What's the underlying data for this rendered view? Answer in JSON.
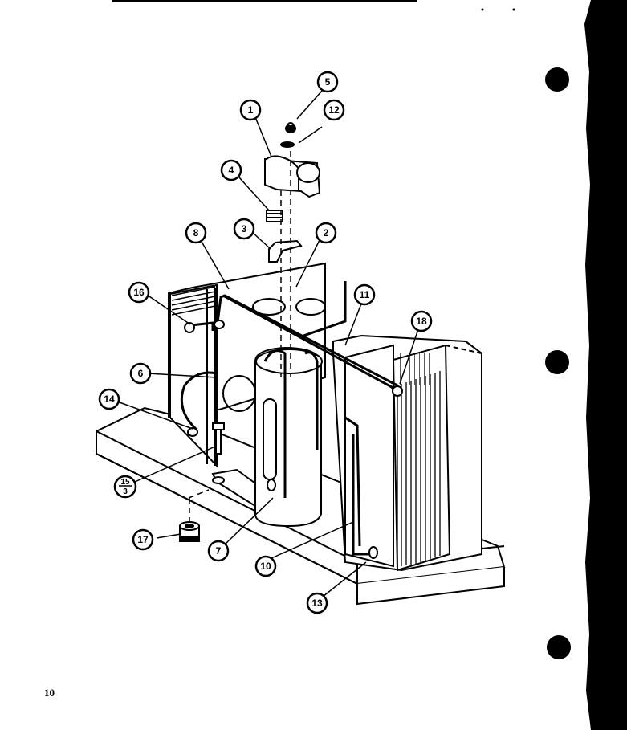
{
  "page_number": "10",
  "callouts": {
    "c1": "1",
    "c2": "2",
    "c3": "3",
    "c4": "4",
    "c5": "5",
    "c6": "6",
    "c7": "7",
    "c8": "8",
    "c10": "10",
    "c11": "11",
    "c12": "12",
    "c13": "13",
    "c14": "14",
    "c15_top": "15",
    "c15_bottom": "3",
    "c16": "16",
    "c17": "17",
    "c18": "18"
  }
}
